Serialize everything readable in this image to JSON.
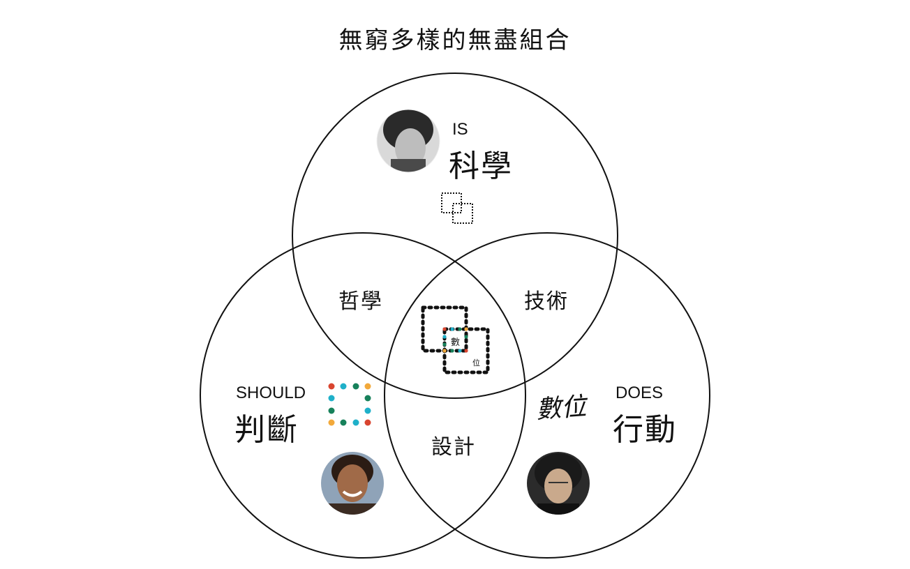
{
  "title": "無窮多樣的無盡組合",
  "circles": {
    "top": {
      "en": "IS",
      "zh": "科學"
    },
    "left": {
      "en": "SHOULD",
      "zh": "判斷"
    },
    "right": {
      "en": "DOES",
      "zh": "行動"
    }
  },
  "intersections": {
    "top_left": "哲學",
    "top_right": "技術",
    "bottom": "設計"
  },
  "center_logo": {
    "char_top": "數",
    "char_bottom": "位"
  },
  "signature": "數位",
  "colors": {
    "red": "#d9452f",
    "teal": "#1fb0c9",
    "green": "#17815b",
    "orange": "#f2a93b",
    "line": "#111111"
  }
}
